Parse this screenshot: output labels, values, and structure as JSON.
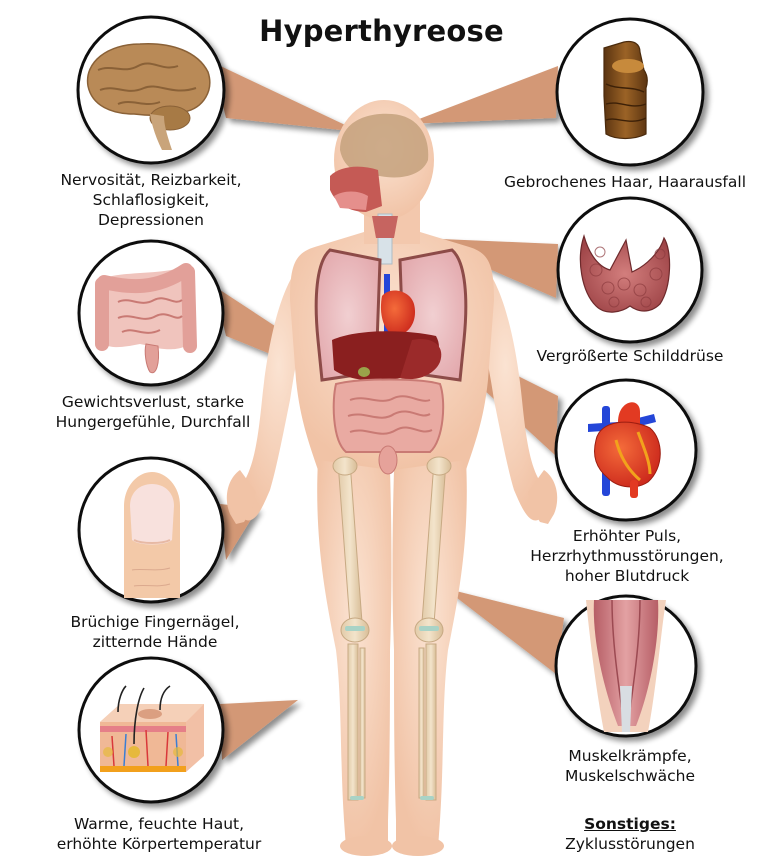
{
  "title": "Hyperthyreose",
  "colors": {
    "pointer": "#d39876",
    "skin": "#f6d4bf",
    "circle_border": "#111111",
    "brain": "#b98a57",
    "hair": "#7a4a1c",
    "thyroid": "#b85a5c",
    "intestine": "#e2a099",
    "heart_red": "#e23a22",
    "heart_blue": "#2446d8",
    "nail_skin": "#f3c9a8",
    "muscle": "#c8737a",
    "skin_layer": "#f2c0a6"
  },
  "symptoms": [
    {
      "id": "brain",
      "organ": "Gehirn",
      "lines": [
        "Nervosität, Reizbarkeit,",
        "Schlaflosigkeit,",
        "Depressionen"
      ]
    },
    {
      "id": "hair",
      "organ": "Haar",
      "lines": [
        "Gebrochenes Haar, Haarausfall"
      ]
    },
    {
      "id": "thyroid",
      "organ": "Schilddrüse",
      "lines": [
        "Vergrößerte Schilddrüse"
      ]
    },
    {
      "id": "intestine",
      "organ": "Darm",
      "lines": [
        "Gewichtsverlust, starke",
        "Hungergefühle, Durchfall"
      ]
    },
    {
      "id": "heart",
      "organ": "Herz",
      "lines": [
        "Erhöhter Puls,",
        "Herzrhythmusstörungen,",
        "hoher Blutdruck"
      ]
    },
    {
      "id": "nail",
      "organ": "Fingernagel",
      "lines": [
        "Brüchige Fingernägel,",
        "zitternde Hände"
      ]
    },
    {
      "id": "muscle",
      "organ": "Muskel",
      "lines": [
        "Muskelkrämpfe,",
        "Muskelschwäche"
      ]
    },
    {
      "id": "skin",
      "organ": "Haut",
      "lines": [
        "Warme, feuchte Haut,",
        "erhöhte Körpertemperatur"
      ]
    }
  ],
  "misc": {
    "heading": "Sonstiges:",
    "text": "Zyklusstörungen"
  }
}
